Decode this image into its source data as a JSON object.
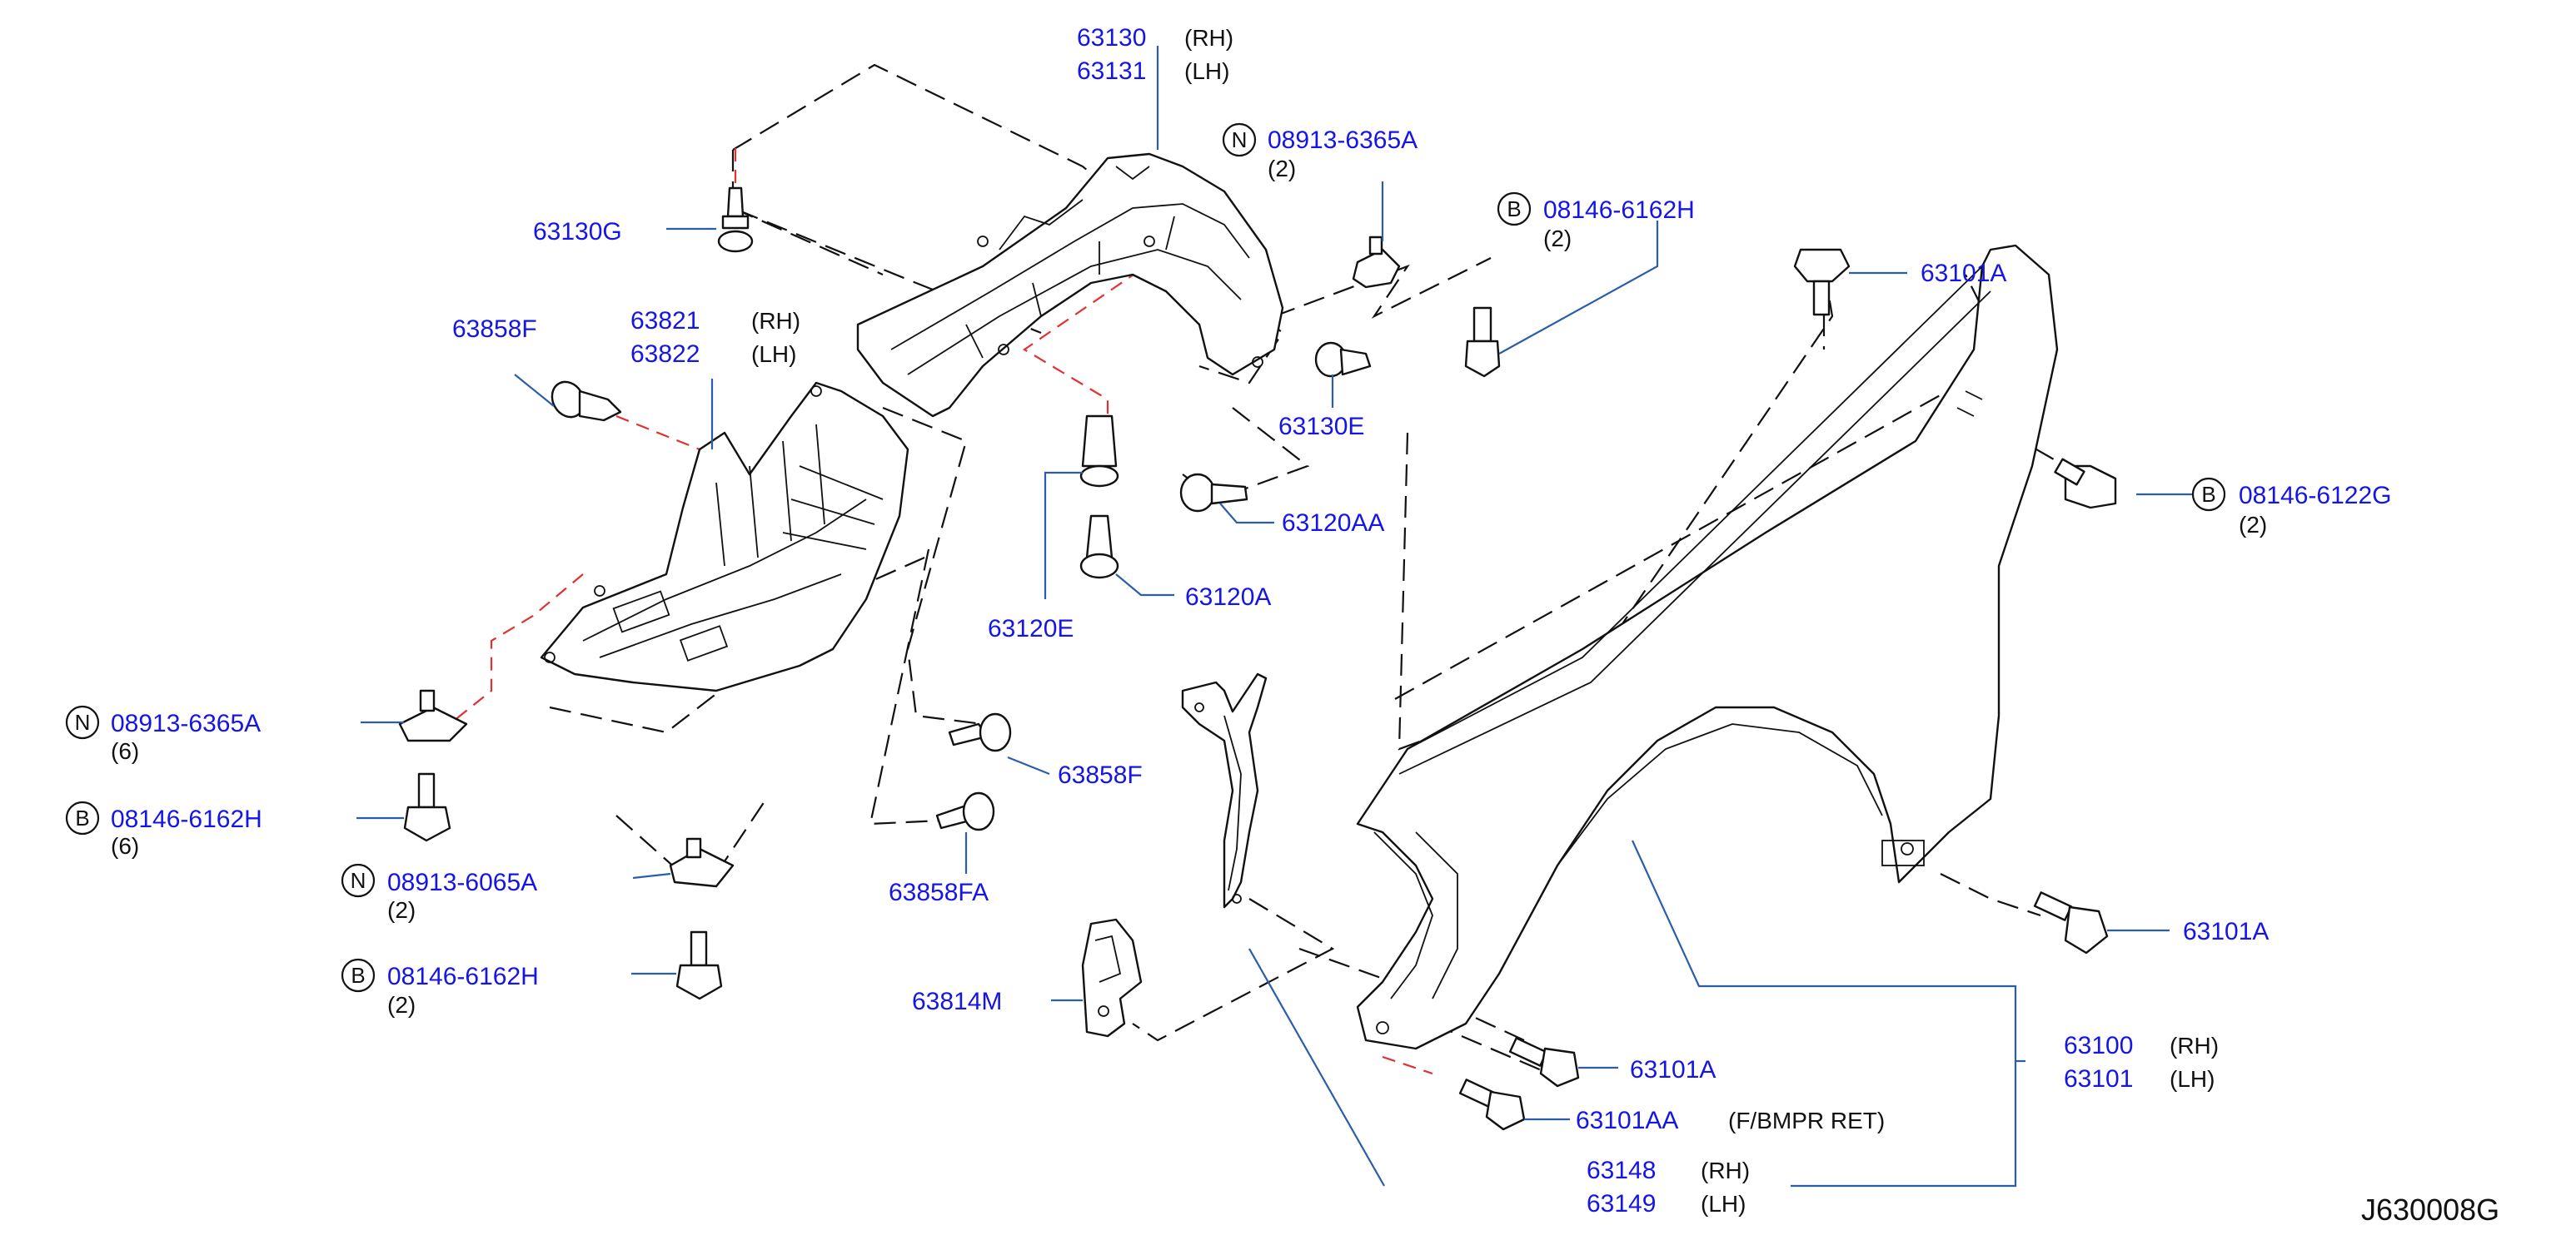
{
  "diagram_code": "J630008G",
  "labels": {
    "l63130": "63130",
    "l63130_side": "(RH)",
    "l63131": "63131",
    "l63131_side": "(LH)",
    "l63130G": "63130G",
    "l63858F_a": "63858F",
    "l63821": "63821",
    "l63821_side": "(RH)",
    "l63822": "63822",
    "l63822_side": "(LH)",
    "n1_letter": "N",
    "n1_part": "08913-6365A",
    "n1_qty": "(2)",
    "b1_letter": "B",
    "b1_part": "08146-6162H",
    "b1_qty": "(2)",
    "l63101A_a": "63101A",
    "l63130E": "63130E",
    "l63120AA": "63120AA",
    "l63120A": "63120A",
    "l63120E": "63120E",
    "b2_letter": "B",
    "b2_part": "08146-6122G",
    "b2_qty": "(2)",
    "n2_letter": "N",
    "n2_part": "08913-6365A",
    "n2_qty": "(6)",
    "b3_letter": "B",
    "b3_part": "08146-6162H",
    "b3_qty": "(6)",
    "n3_letter": "N",
    "n3_part": "08913-6065A",
    "n3_qty": "(2)",
    "b4_letter": "B",
    "b4_part": "08146-6162H",
    "b4_qty": "(2)",
    "l63858F_b": "63858F",
    "l63858FA": "63858FA",
    "l63814M": "63814M",
    "l63101A_b": "63101A",
    "l63101A_c": "63101A",
    "l63101AA": "63101AA",
    "l63101AA_note": "(F/BMPR   RET)",
    "l63100": "63100",
    "l63100_side": "(RH)",
    "l63101": "63101",
    "l63101_side": "(LH)",
    "l63148": "63148",
    "l63148_side": "(RH)",
    "l63149": "63149",
    "l63149_side": "(LH)"
  }
}
